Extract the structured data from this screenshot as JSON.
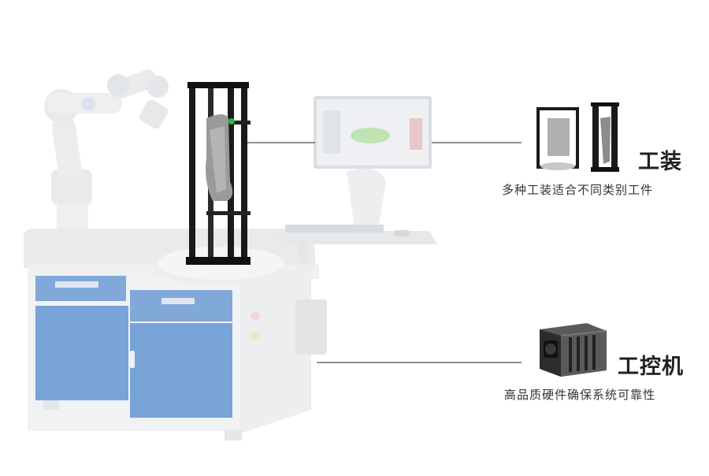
{
  "fixture": {
    "title": "工装",
    "description": "多种工装适合不同类别工件"
  },
  "ipc": {
    "title": "工控机",
    "description": "高品质硬件确保系统可靠性"
  },
  "colors": {
    "cabinet_blue": "#5a8fd0",
    "frame_black": "#1a1a1a",
    "background": "#ffffff",
    "faded_gray": "#e4e6e8"
  },
  "icons": [
    "robot-arm-icon",
    "fixture-frame-icon",
    "monitor-icon",
    "keyboard-icon",
    "ipc-box-icon",
    "workbench-icon"
  ]
}
